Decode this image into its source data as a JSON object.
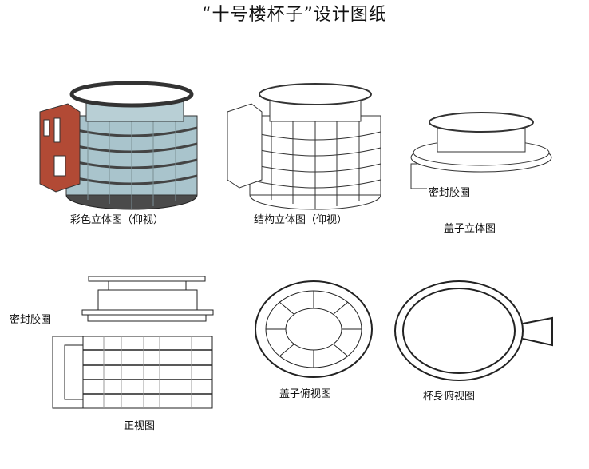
{
  "title": "“十号楼杯子”设计图纸",
  "labels": {
    "color_3d": "彩色立体图（仰视）",
    "struct_3d": "结构立体图（仰视）",
    "lid_3d": "盖子立体图",
    "seal_ring_callout": "密封胶圈",
    "seal_ring_front": "密封胶圈",
    "front_view": "正视图",
    "lid_top_view": "盖子俯视图",
    "cup_top_view": "杯身俯视图"
  },
  "colors": {
    "glass": "#a9c4cc",
    "brick": "#b24a35",
    "base": "#4a4a4a",
    "band": "#555555"
  }
}
